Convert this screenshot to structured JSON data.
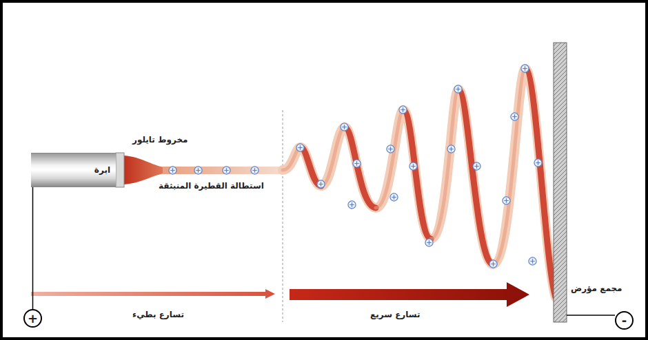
{
  "diagram": {
    "nodes": [
      {
        "text": [
          "ابرة"
        ]
      },
      {
        "text": [
          "+"
        ]
      },
      {
        "text": [
          "-"
        ]
      }
    ],
    "edges": [
      {
        "from": 1,
        "to": 0,
        "arrow": "none"
      }
    ],
    "labels": [
      "مخروط تايلور",
      "استطالة القطيرة المنبثقة",
      "تسارع بطيء",
      "تسارع سريع",
      "مجمع مؤرض"
    ]
  }
}
